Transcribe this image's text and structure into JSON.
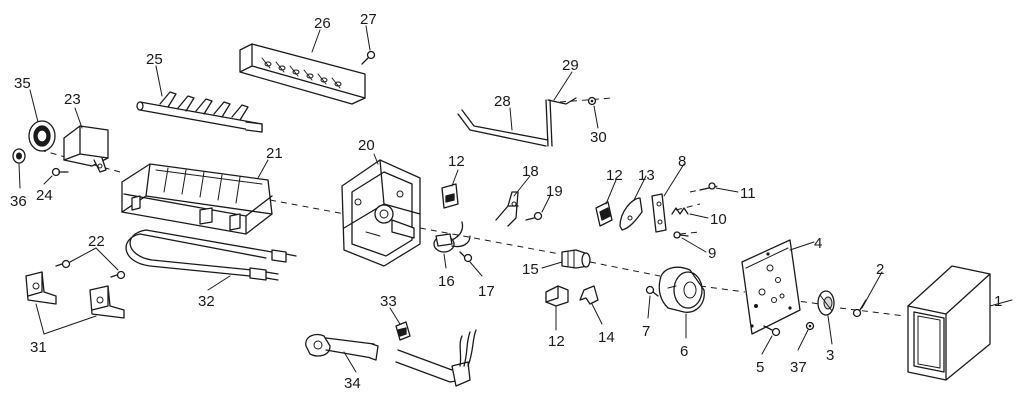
{
  "labels": {
    "p1": "1",
    "p2": "2",
    "p3": "3",
    "p4": "4",
    "p5": "5",
    "p6": "6",
    "p7": "7",
    "p8": "8",
    "p9": "9",
    "p10": "10",
    "p11": "11",
    "p12a": "12",
    "p12b": "12",
    "p12c": "12",
    "p13": "13",
    "p14": "14",
    "p15": "15",
    "p16": "16",
    "p17": "17",
    "p18": "18",
    "p19": "19",
    "p20": "20",
    "p21": "21",
    "p22": "22",
    "p23": "23",
    "p24": "24",
    "p25": "25",
    "p26": "26",
    "p27": "27",
    "p28": "28",
    "p29": "29",
    "p30": "30",
    "p31": "31",
    "p32": "32",
    "p33": "33",
    "p34": "34",
    "p35": "35",
    "p36": "36",
    "p37": "37"
  }
}
